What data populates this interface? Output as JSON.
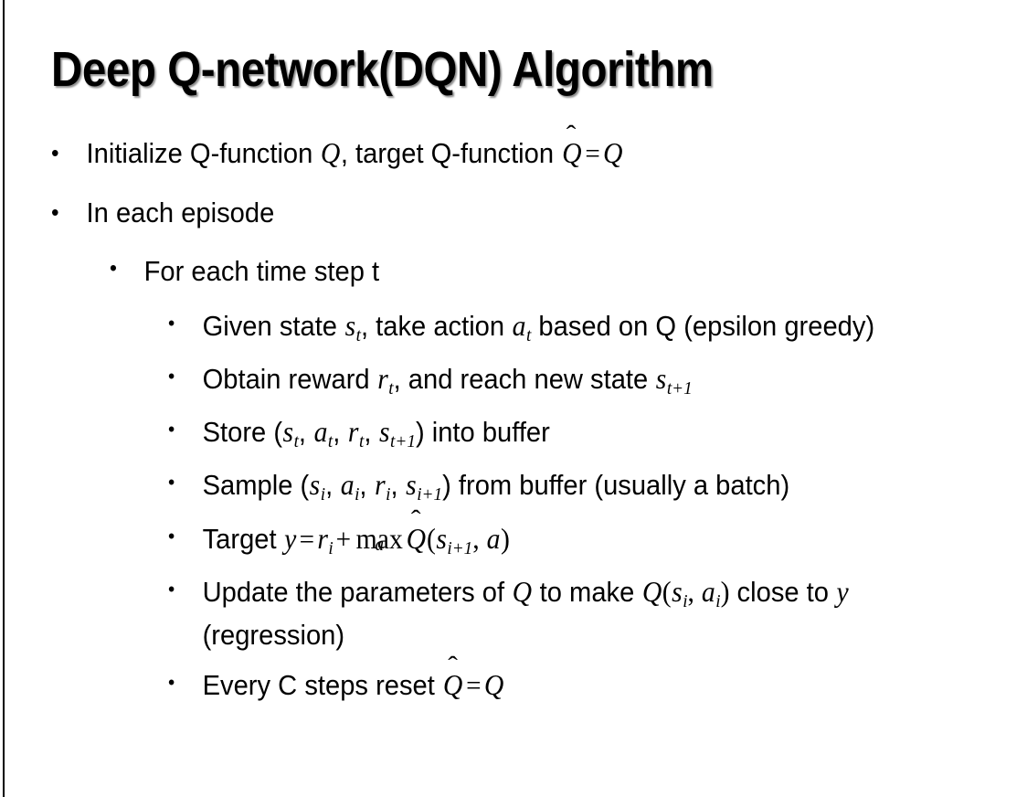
{
  "slide": {
    "title": "Deep Q-network(DQN) Algorithm",
    "background_color": "#ffffff",
    "text_color": "#000000",
    "bullet_glyph": "•"
  },
  "content": {
    "b1": {
      "level": 1,
      "pre": "Initialize Q-function ",
      "q1": "Q",
      "mid": ", target Q-function ",
      "qhat": "Q",
      "eq": "=",
      "q2": "Q"
    },
    "b2": {
      "level": 1,
      "text": "In each episode"
    },
    "b3": {
      "level": 2,
      "text": "For each time step t"
    },
    "b4": {
      "level": 3,
      "pre": "Given state ",
      "s": "s",
      "s_sub": "t",
      "mid": ", take action ",
      "a": "a",
      "a_sub": "t",
      "post": " based on Q (epsilon greedy)"
    },
    "b5": {
      "level": 3,
      "pre": "Obtain reward ",
      "r": "r",
      "r_sub": "t",
      "mid": ", and reach new state ",
      "s": "s",
      "s_sub": "t+1"
    },
    "b6": {
      "level": 3,
      "pre": "Store (",
      "s1": "s",
      "s1_sub": "t",
      "c1": ", ",
      "a1": "a",
      "a1_sub": "t",
      "c2": ", ",
      "r1": "r",
      "r1_sub": "t",
      "c3": ", ",
      "s2": "s",
      "s2_sub": "t+1",
      "post": ") into buffer"
    },
    "b7": {
      "level": 3,
      "pre": "Sample (",
      "s1": "s",
      "s1_sub": "i",
      "c1": ", ",
      "a1": "a",
      "a1_sub": "i",
      "c2": ", ",
      "r1": "r",
      "r1_sub": "i",
      "c3": ", ",
      "s2": "s",
      "s2_sub": "i+1",
      "post": ") from buffer (usually a batch)"
    },
    "b8": {
      "level": 3,
      "pre": "Target ",
      "y": "y",
      "eq": "=",
      "r": "r",
      "r_sub": "i",
      "plus": "+",
      "max": "max",
      "max_lim": "a",
      "qhat": "Q",
      "open": "(",
      "s": "s",
      "s_sub": "i+1",
      "comma": ", ",
      "a": "a",
      "close": ")"
    },
    "b9": {
      "level": 3,
      "pre": "Update the parameters of ",
      "q1": "Q",
      "mid": " to make ",
      "q2": "Q",
      "open": "(",
      "s": "s",
      "s_sub": "i",
      "comma": ", ",
      "a": "a",
      "a_sub": "i",
      "close": ")",
      "post": " close to ",
      "y": "y",
      "tail": " (regression)"
    },
    "b10": {
      "level": 3,
      "pre": "Every C steps reset ",
      "qhat": "Q",
      "eq": "=",
      "q": "Q"
    }
  }
}
